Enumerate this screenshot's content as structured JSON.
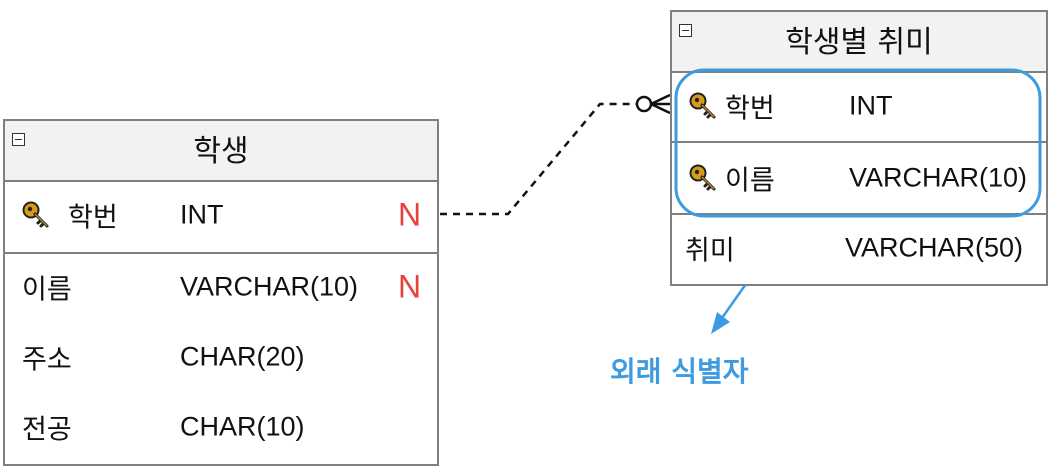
{
  "entities": {
    "student": {
      "title": "학생",
      "pk": {
        "name": "학번",
        "type": "INT",
        "not_null": "N",
        "icon": "key-icon"
      },
      "attributes": [
        {
          "name": "이름",
          "type": "VARCHAR(10)",
          "not_null": "N"
        },
        {
          "name": "주소",
          "type": "CHAR(20)",
          "not_null": ""
        },
        {
          "name": "전공",
          "type": "CHAR(10)",
          "not_null": ""
        }
      ]
    },
    "hobby": {
      "title": "학생별 취미",
      "pk": [
        {
          "name": "학번",
          "type": "INT",
          "icon": "key-icon"
        },
        {
          "name": "이름",
          "type": "VARCHAR(10)",
          "icon": "key-icon"
        }
      ],
      "attributes": [
        {
          "name": "취미",
          "type": "VARCHAR(50)"
        }
      ]
    }
  },
  "relationship": {
    "notation": "zero-or-many",
    "line_style": "dashed"
  },
  "annotation": {
    "text": "외래 식별자"
  },
  "colors": {
    "accent": "#3d9be0",
    "not_null": "#e8413b",
    "border": "#7f7f7f",
    "header_bg": "#f2f2f2",
    "key": "#d79b1c"
  }
}
